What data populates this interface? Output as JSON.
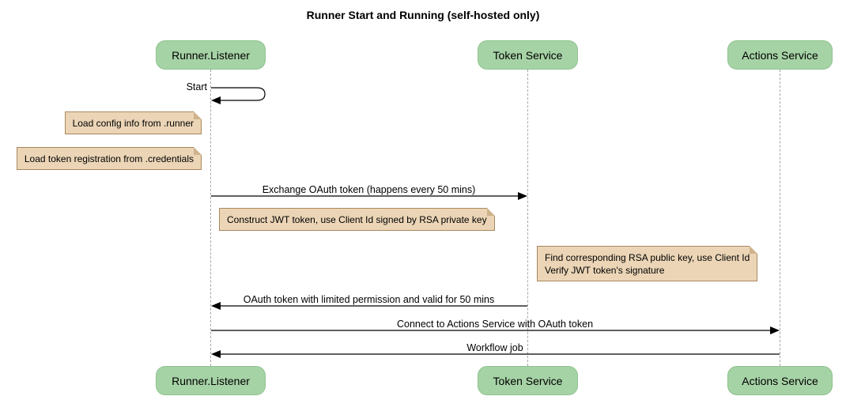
{
  "title": "Runner Start and Running (self-hosted only)",
  "participants": [
    {
      "name": "Runner.Listener"
    },
    {
      "name": "Token Service"
    },
    {
      "name": "Actions Service"
    }
  ],
  "messages": {
    "start": "Start",
    "exchange": "Exchange OAuth token (happens every 50 mins)",
    "oauth_return": "OAuth token with limited permission and valid for 50 mins",
    "connect": "Connect to Actions Service with OAuth token",
    "workflow": "Workflow job"
  },
  "notes": {
    "load_config": "Load config info from .runner",
    "load_credentials": "Load token registration from .credentials",
    "construct_jwt": "Construct JWT token, use Client Id signed by RSA private key",
    "find_rsa_line1": "Find corresponding RSA public key, use Client Id",
    "find_rsa_line2": "Verify JWT token's signature"
  },
  "colors": {
    "participant_fill": "#a6d3a6",
    "participant_border": "#8fc28f",
    "note_fill": "#ebd5b6",
    "note_border": "#a9885f",
    "lifeline": "#a6a6a6",
    "arrow": "#000000",
    "background": "#ffffff"
  }
}
